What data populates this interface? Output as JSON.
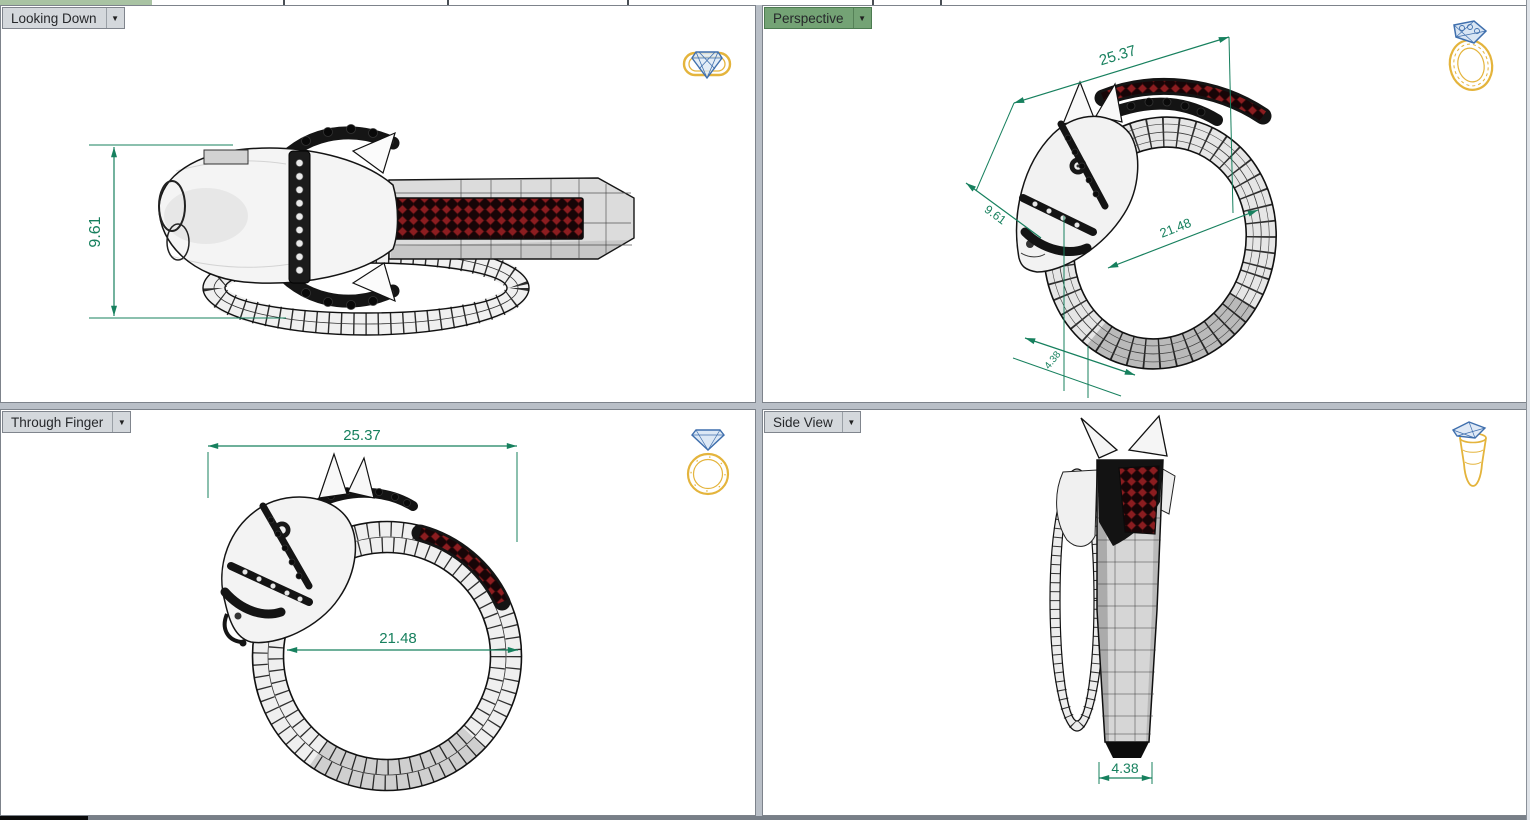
{
  "ui": {
    "dropdown_arrow": "▼"
  },
  "viewports": {
    "looking_down": {
      "label": "Looking Down",
      "active": false,
      "dims": {
        "height": "9.61"
      }
    },
    "perspective": {
      "label": "Perspective",
      "active": true,
      "dims": {
        "width": "25.37",
        "height": "9.61",
        "inner_diameter": "21.48",
        "shank_width": "4.38"
      }
    },
    "through_finger": {
      "label": "Through Finger",
      "active": false,
      "dims": {
        "width": "25.37",
        "inner_diameter": "21.48"
      }
    },
    "side_view": {
      "label": "Side View",
      "active": false,
      "dims": {
        "shank_width": "4.38"
      }
    }
  },
  "icons": {
    "looking_down_corner": "ring-top-view-icon",
    "perspective_corner": "ring-perspective-view-icon",
    "through_finger_corner": "ring-front-view-icon",
    "side_view_corner": "ring-side-view-icon",
    "tab_dropdown": "chevron-down-icon"
  },
  "colors": {
    "dimension_green": "#17805e",
    "active_tab_green": "#74a375",
    "tab_gray": "#d4d8dc",
    "gem_red": "#8c1d20",
    "gold": "#e4b43c",
    "diamond_blue": "#3f6fad",
    "viewport_bg": "#ffffff"
  }
}
